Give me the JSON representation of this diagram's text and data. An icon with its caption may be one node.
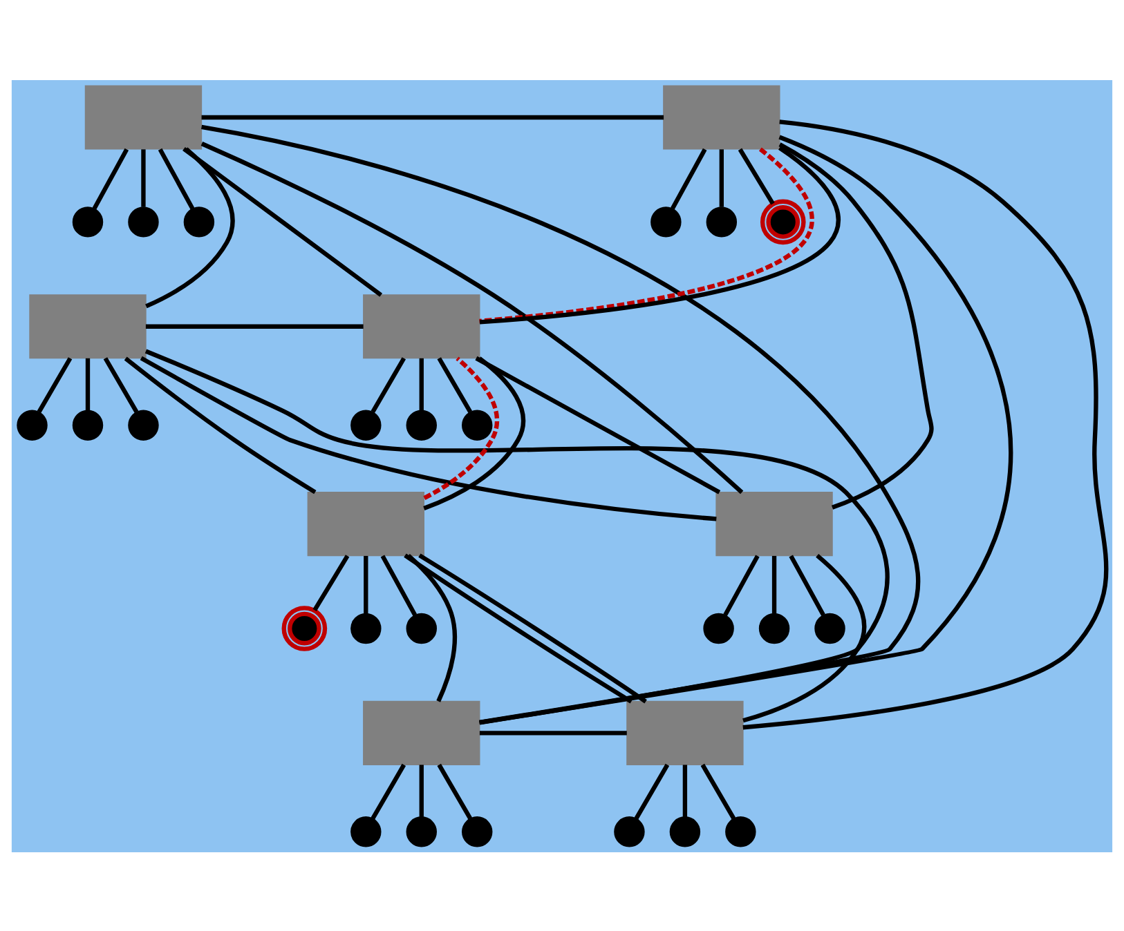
{
  "diagram": {
    "nodes": [
      {
        "text": [],
        "shape": "box"
      },
      {
        "text": [],
        "shape": "box"
      },
      {
        "text": [],
        "shape": "circle"
      },
      {
        "text": [],
        "shape": "circle"
      },
      {
        "text": [],
        "shape": "circle"
      },
      {
        "text": [],
        "shape": "circle"
      },
      {
        "text": [],
        "shape": "circle"
      },
      {
        "text": [],
        "shape": "circle"
      },
      {
        "text": [],
        "shape": "box"
      },
      {
        "text": [],
        "shape": "box"
      },
      {
        "text": [],
        "shape": "circle"
      },
      {
        "text": [],
        "shape": "circle"
      },
      {
        "text": [],
        "shape": "circle"
      },
      {
        "text": [],
        "shape": "circle"
      },
      {
        "text": [],
        "shape": "circle"
      },
      {
        "text": [],
        "shape": "circle"
      },
      {
        "text": [],
        "shape": "box"
      },
      {
        "text": [],
        "shape": "box"
      },
      {
        "text": [],
        "shape": "circle"
      },
      {
        "text": [],
        "shape": "circle"
      },
      {
        "text": [],
        "shape": "circle"
      },
      {
        "text": [],
        "shape": "circle"
      },
      {
        "text": [],
        "shape": "circle"
      },
      {
        "text": [],
        "shape": "circle"
      },
      {
        "text": [],
        "shape": "box"
      },
      {
        "text": [],
        "shape": "box"
      },
      {
        "text": [],
        "shape": "circle"
      },
      {
        "text": [],
        "shape": "circle"
      },
      {
        "text": [],
        "shape": "circle"
      },
      {
        "text": [],
        "shape": "circle"
      },
      {
        "text": [],
        "shape": "circle"
      },
      {
        "text": [],
        "shape": "circle"
      }
    ],
    "edges": [
      {
        "from": 0,
        "to": 2,
        "arrow": "none"
      },
      {
        "from": 0,
        "to": 3,
        "arrow": "none"
      },
      {
        "from": 0,
        "to": 4,
        "arrow": "none"
      },
      {
        "from": 1,
        "to": 5,
        "arrow": "none"
      },
      {
        "from": 1,
        "to": 6,
        "arrow": "none"
      },
      {
        "from": 1,
        "to": 7,
        "arrow": "none"
      },
      {
        "from": 8,
        "to": 10,
        "arrow": "none"
      },
      {
        "from": 8,
        "to": 11,
        "arrow": "none"
      },
      {
        "from": 8,
        "to": 12,
        "arrow": "none"
      },
      {
        "from": 9,
        "to": 13,
        "arrow": "none"
      },
      {
        "from": 9,
        "to": 14,
        "arrow": "none"
      },
      {
        "from": 9,
        "to": 15,
        "arrow": "none"
      },
      {
        "from": 16,
        "to": 18,
        "arrow": "none"
      },
      {
        "from": 16,
        "to": 19,
        "arrow": "none"
      },
      {
        "from": 16,
        "to": 20,
        "arrow": "none"
      },
      {
        "from": 17,
        "to": 21,
        "arrow": "none"
      },
      {
        "from": 17,
        "to": 22,
        "arrow": "none"
      },
      {
        "from": 17,
        "to": 23,
        "arrow": "none"
      },
      {
        "from": 24,
        "to": 26,
        "arrow": "none"
      },
      {
        "from": 24,
        "to": 27,
        "arrow": "none"
      },
      {
        "from": 24,
        "to": 28,
        "arrow": "none"
      },
      {
        "from": 25,
        "to": 29,
        "arrow": "none"
      },
      {
        "from": 25,
        "to": 30,
        "arrow": "none"
      },
      {
        "from": 25,
        "to": 31,
        "arrow": "none"
      },
      {
        "from": 8,
        "to": 0,
        "arrow": "none"
      },
      {
        "from": 0,
        "to": 24,
        "arrow": "none"
      },
      {
        "from": 0,
        "to": 1,
        "arrow": "none"
      },
      {
        "from": 0,
        "to": 17,
        "arrow": "none"
      },
      {
        "from": 0,
        "to": 9,
        "arrow": "none"
      },
      {
        "from": 1,
        "to": 25,
        "arrow": "none"
      },
      {
        "from": 1,
        "to": 24,
        "arrow": "none"
      },
      {
        "from": 1,
        "to": 17,
        "arrow": "none"
      },
      {
        "from": 1,
        "to": 9,
        "arrow": "none",
        "style": "dashed",
        "color": "#c00000"
      },
      {
        "from": 1,
        "to": 9,
        "arrow": "none"
      },
      {
        "from": 8,
        "to": 9,
        "arrow": "none"
      },
      {
        "from": 8,
        "to": 24,
        "arrow": "none"
      },
      {
        "from": 8,
        "to": 16,
        "arrow": "none"
      },
      {
        "from": 8,
        "to": 17,
        "arrow": "none"
      },
      {
        "from": 16,
        "to": 25,
        "arrow": "none"
      },
      {
        "from": 16,
        "to": 9,
        "arrow": "none",
        "style": "dashed",
        "color": "#c00000"
      },
      {
        "from": 16,
        "to": 9,
        "arrow": "none"
      },
      {
        "from": 16,
        "to": 24,
        "arrow": "none"
      },
      {
        "from": 16,
        "to": 25,
        "arrow": "none"
      },
      {
        "from": 24,
        "to": 25,
        "arrow": "none"
      },
      {
        "from": 25,
        "to": 17,
        "arrow": "none"
      },
      {
        "from": 9,
        "to": 17,
        "arrow": "none"
      }
    ]
  }
}
